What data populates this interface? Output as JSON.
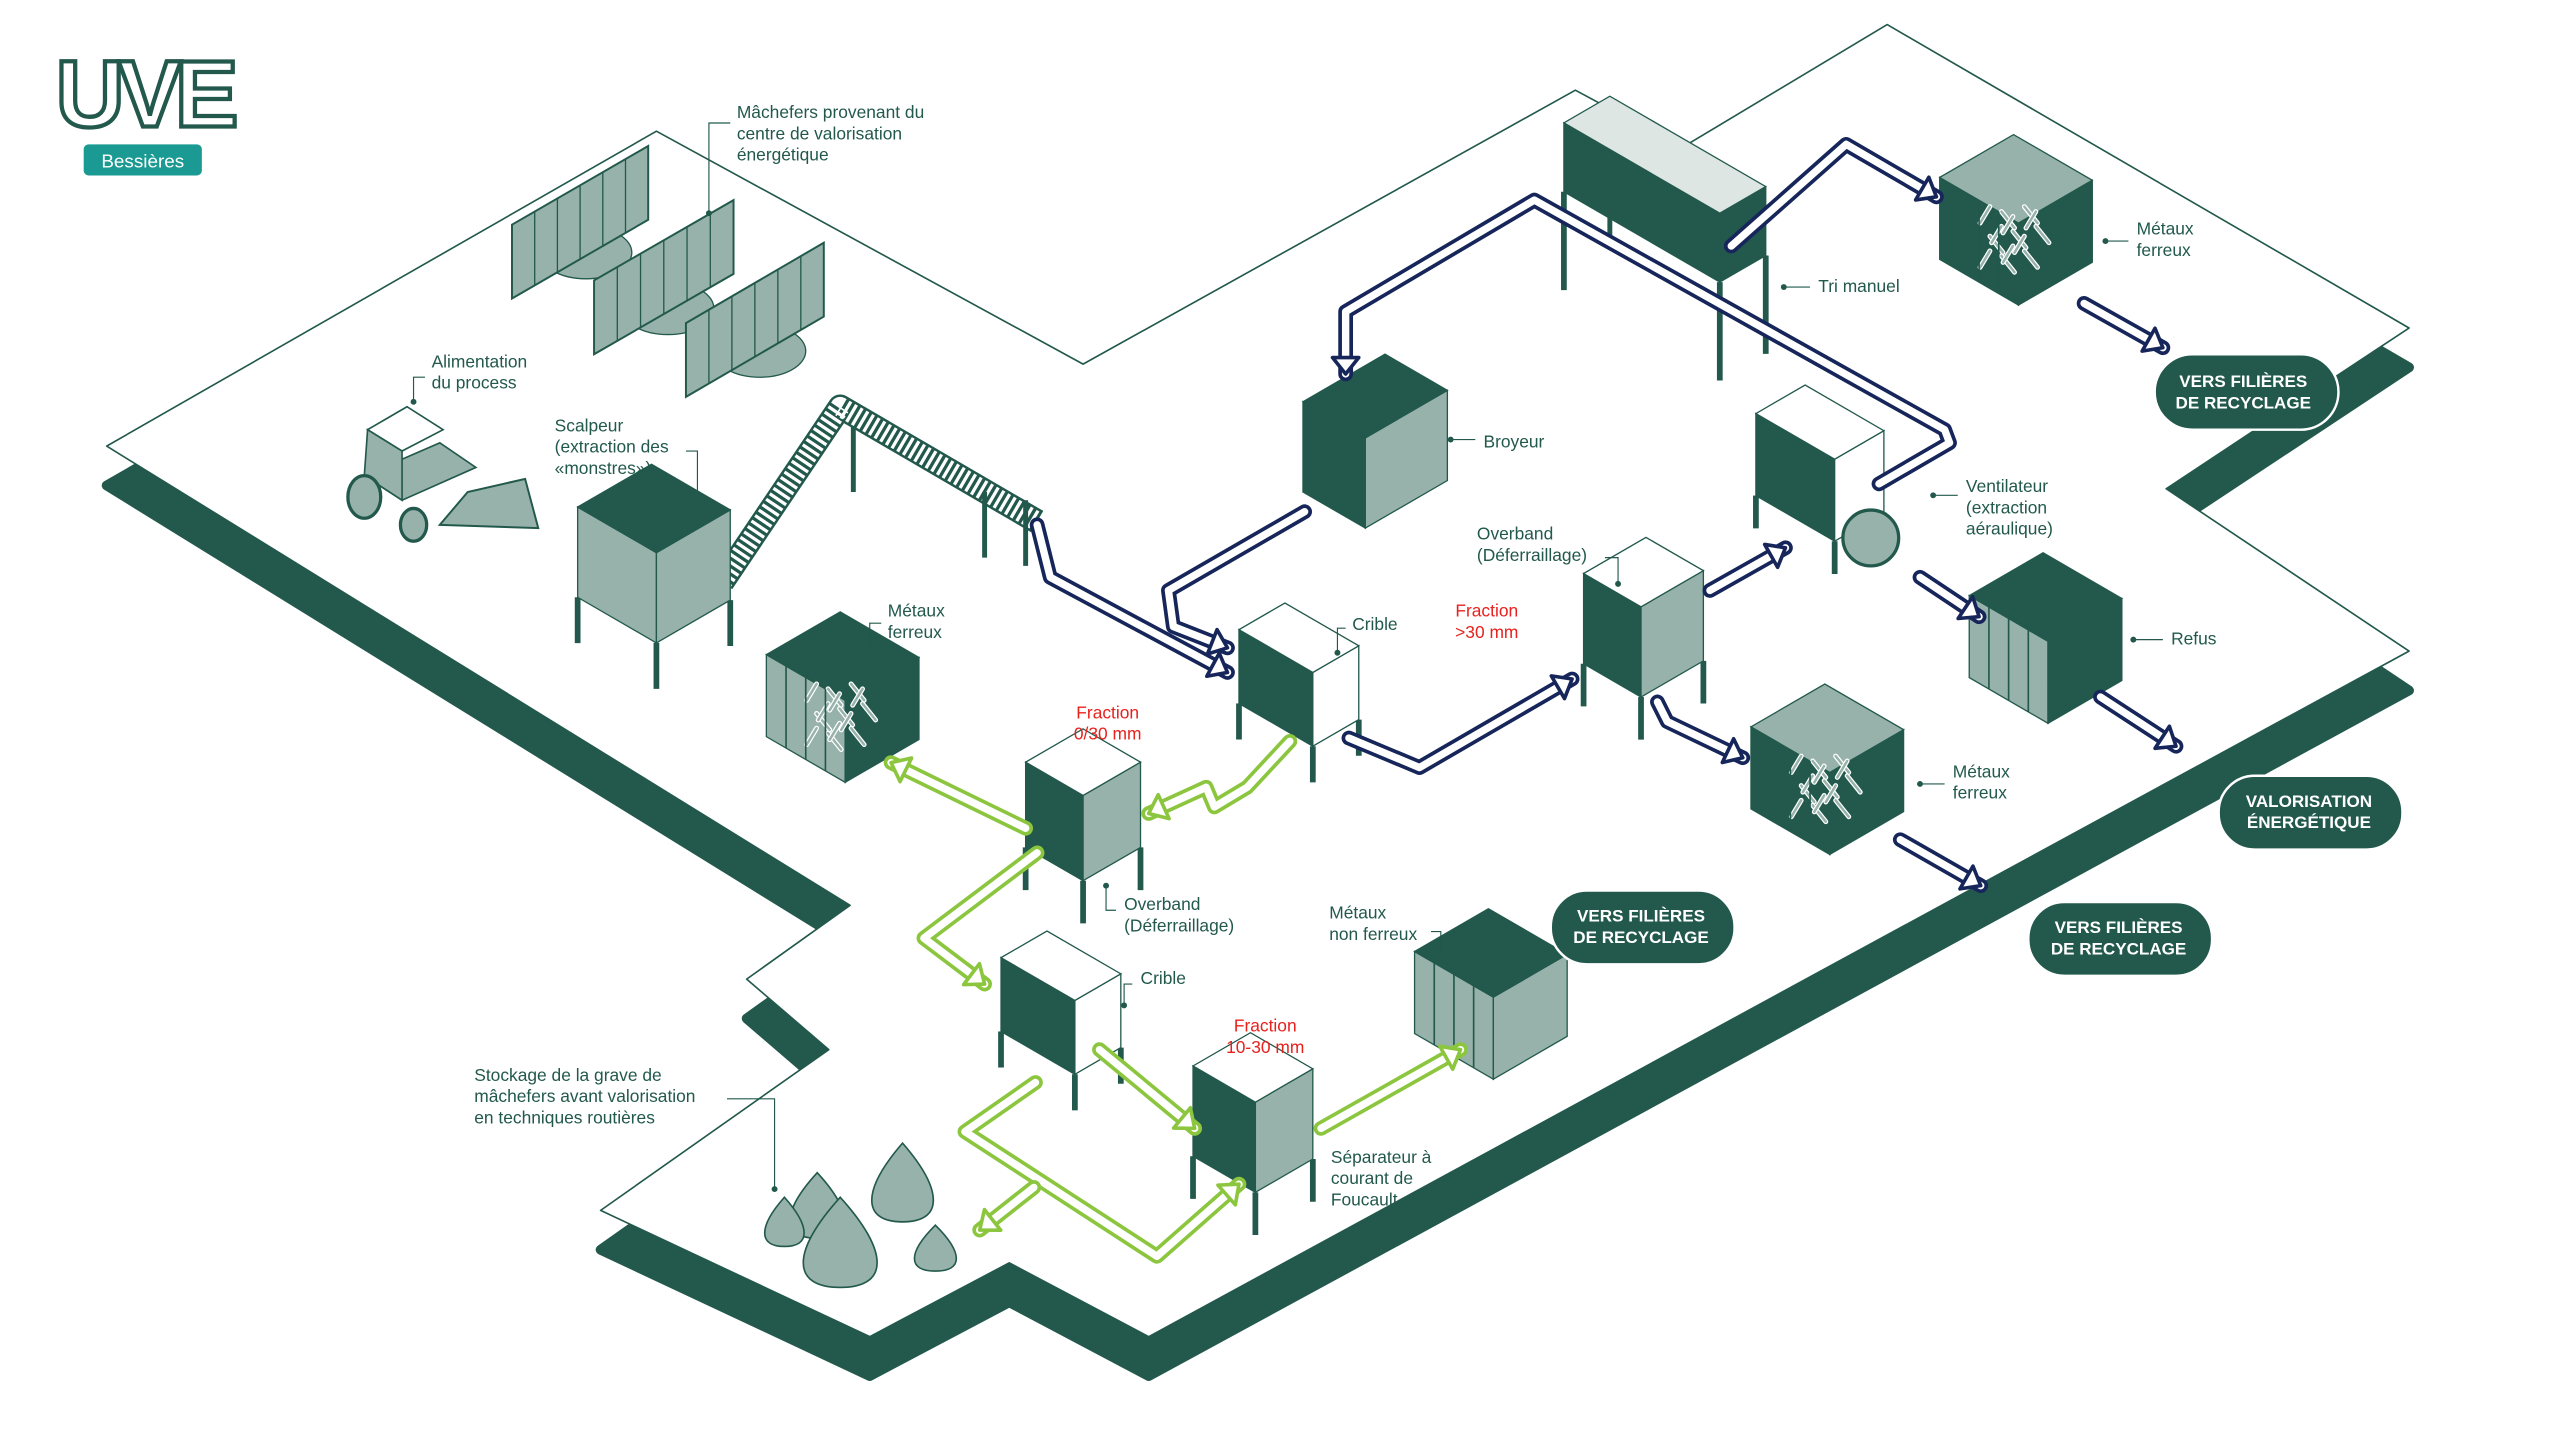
{
  "colors": {
    "dark_green": "#22594c",
    "light_green": "#97b2aa",
    "navy_flow": "#17265a",
    "lime_flow": "#8cc63f",
    "fraction_red": "#e8211d",
    "brand_teal": "#1a9a92"
  },
  "logo": {
    "name": "UVE",
    "site": "Bessières"
  },
  "labels": {
    "machefers": [
      "Mâchefers provenant du",
      "centre de valorisation",
      "énergétique"
    ],
    "alimentation": [
      "Alimentation",
      "du process"
    ],
    "scalpeur": [
      "Scalpeur",
      "(extraction des",
      "«monstres»)"
    ],
    "metaux_ferreux_1": [
      "Métaux",
      "ferreux"
    ],
    "fraction_0_30": [
      "Fraction",
      "0/30 mm"
    ],
    "crible_1": "Crible",
    "fraction_30": [
      "Fraction",
      ">30 mm"
    ],
    "overband_2": [
      "Overband",
      "(Déferraillage)"
    ],
    "broyeur": "Broyeur",
    "tri_manuel": "Tri manuel",
    "metaux_ferreux_2": [
      "Métaux",
      "ferreux"
    ],
    "ventilateur": [
      "Ventilateur",
      "(extraction",
      "aéraulique)"
    ],
    "refus": "Refus",
    "metaux_ferreux_3": [
      "Métaux",
      "ferreux"
    ],
    "overband_1": [
      "Overband",
      "(Déferraillage)"
    ],
    "crible_2": "Crible",
    "fraction_10_30": [
      "Fraction",
      "10-30 mm"
    ],
    "metaux_non_ferreux": [
      "Métaux",
      "non ferreux"
    ],
    "separateur": [
      "Séparateur à",
      "courant de",
      "Foucault"
    ],
    "stockage": [
      "Stockage de la grave de",
      "mâchefers avant valorisation",
      "en techniques routières"
    ]
  },
  "badges": {
    "recyclage_top": [
      "VERS FILIÈRES",
      "DE RECYCLAGE"
    ],
    "valorisation": [
      "VALORISATION",
      "ÉNERGÉTIQUE"
    ],
    "recyclage_right": [
      "VERS FILIÈRES",
      "DE RECYCLAGE"
    ],
    "recyclage_middle": [
      "VERS FILIÈRES",
      "DE RECYCLAGE"
    ]
  }
}
